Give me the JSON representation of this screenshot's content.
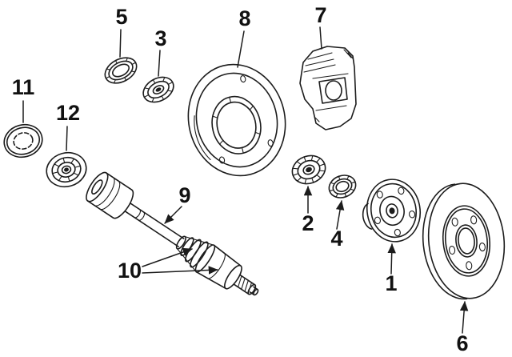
{
  "colors": {
    "background": "#ffffff",
    "line": "#1c1c1c",
    "text": "#111111"
  },
  "diagram": {
    "type": "exploded-parts-diagram",
    "callouts": [
      {
        "label": "1"
      },
      {
        "label": "2"
      },
      {
        "label": "3"
      },
      {
        "label": "4"
      },
      {
        "label": "5"
      },
      {
        "label": "6"
      },
      {
        "label": "7"
      },
      {
        "label": "8"
      },
      {
        "label": "9"
      },
      {
        "label": "10"
      },
      {
        "label": "11"
      },
      {
        "label": "12"
      }
    ]
  }
}
